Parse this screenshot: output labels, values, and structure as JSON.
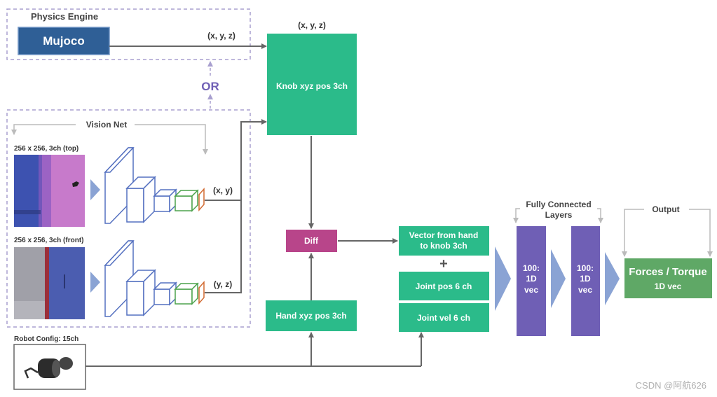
{
  "physics": {
    "group_label": "Physics Engine",
    "engine_name": "Mujoco",
    "out_label": "(x, y, z)"
  },
  "or_label": "OR",
  "vision": {
    "group_label": "Vision Net",
    "top_label": "256 x 256, 3ch (top)",
    "front_label": "256 x 256, 3ch (front)",
    "top_out": "(x, y)",
    "front_out": "(y, z)"
  },
  "knob": {
    "top_label": "(x, y, z)",
    "label": "Knob xyz pos 3ch"
  },
  "diff_label": "Diff",
  "hand_label": "Hand xyz pos 3ch",
  "robot_label": "Robot Config: 15ch",
  "vector": {
    "line1": "Vector from hand",
    "line2": "to knob 3ch"
  },
  "plus": "+",
  "joint_pos": "Joint pos 6 ch",
  "joint_vel": "Joint vel 6 ch",
  "fc": {
    "line1": "Fully Connected",
    "line2": "Layers"
  },
  "layer1": {
    "l1": "100:",
    "l2": "1D",
    "l3": "vec"
  },
  "layer2": {
    "l1": "100:",
    "l2": "1D",
    "l3": "vec"
  },
  "output_label": "Output",
  "forces": {
    "line1": "Forces / Torque",
    "line2": "1D vec"
  },
  "watermark": "CSDN @阿航626",
  "colors": {
    "teal": "#2bbb8a",
    "magenta": "#b8458a",
    "purple_layer": "#6f5fb5",
    "green_out": "#5fa866",
    "mujoco_blue": "#2f5f96",
    "dashed": "#a89fcf",
    "arrow": "#666666",
    "chevron": "#8aa3d4",
    "conv_blue": "#5470c0",
    "conv_green": "#4ca24c",
    "conv_orange": "#d26a30"
  }
}
